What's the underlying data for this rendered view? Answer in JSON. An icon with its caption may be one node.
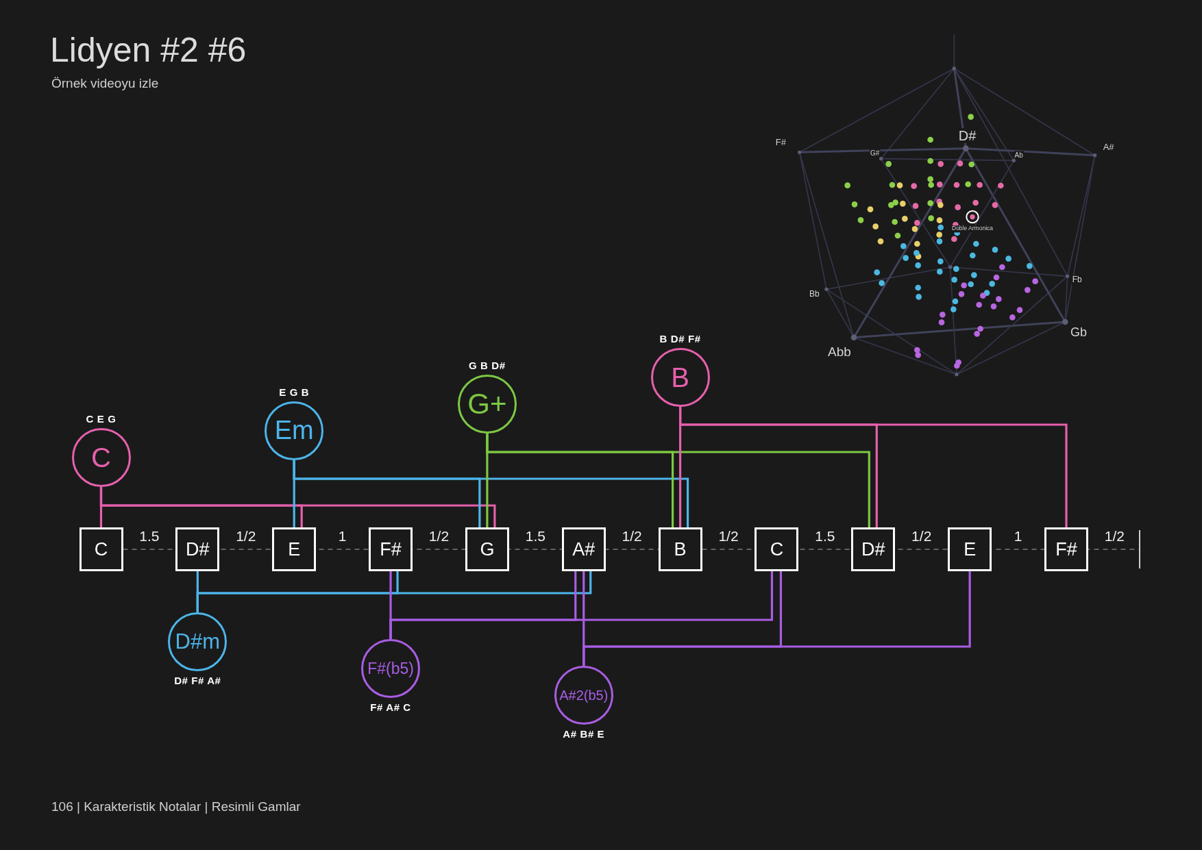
{
  "diagram": {
    "title": "Lidyen #2 #6",
    "nodes": [
      {
        "text": [
          "C"
        ],
        "beside": [
          "C E G"
        ]
      },
      {
        "text": [
          "Em"
        ],
        "beside": [
          "E G B"
        ]
      },
      {
        "text": [
          "G+"
        ],
        "beside": [
          "G B D#"
        ]
      },
      {
        "text": [
          "B"
        ],
        "beside": [
          "B D# F#"
        ]
      },
      {
        "text": [
          "C"
        ]
      },
      {
        "text": [
          "D#"
        ]
      },
      {
        "text": [
          "E"
        ]
      },
      {
        "text": [
          "F#"
        ]
      },
      {
        "text": [
          "G"
        ]
      },
      {
        "text": [
          "A#"
        ]
      },
      {
        "text": [
          "B"
        ]
      },
      {
        "text": [
          "C"
        ]
      },
      {
        "text": [
          "D#"
        ]
      },
      {
        "text": [
          "E"
        ]
      },
      {
        "text": [
          "F#"
        ]
      },
      {
        "text": [
          "D#m"
        ],
        "beside": [
          "D# F# A#"
        ]
      },
      {
        "text": [
          "F#(b5)"
        ],
        "beside": [
          "F# A# C"
        ]
      },
      {
        "text": [
          "A#2(b5)"
        ],
        "beside": [
          "A# B# E"
        ]
      }
    ],
    "edges": [
      {
        "from": 0,
        "to": 4,
        "arrow": "none",
        "color": "#e660ad"
      },
      {
        "from": 0,
        "to": 6,
        "arrow": "none",
        "color": "#e660ad"
      },
      {
        "from": 0,
        "to": 8,
        "arrow": "none",
        "color": "#e660ad"
      },
      {
        "from": 1,
        "to": 6,
        "arrow": "none",
        "color": "#4cb5ea"
      },
      {
        "from": 1,
        "to": 8,
        "arrow": "none",
        "color": "#4cb5ea"
      },
      {
        "from": 1,
        "to": 10,
        "arrow": "none",
        "color": "#4cb5ea"
      },
      {
        "from": 2,
        "to": 8,
        "arrow": "none",
        "color": "#7dc843"
      },
      {
        "from": 2,
        "to": 10,
        "arrow": "none",
        "color": "#7dc843"
      },
      {
        "from": 2,
        "to": 12,
        "arrow": "none",
        "color": "#7dc843"
      },
      {
        "from": 3,
        "to": 10,
        "arrow": "none",
        "color": "#e660ad"
      },
      {
        "from": 3,
        "to": 12,
        "arrow": "none",
        "color": "#e660ad"
      },
      {
        "from": 3,
        "to": 14,
        "arrow": "none",
        "color": "#e660ad"
      },
      {
        "from": 15,
        "to": 5,
        "arrow": "none",
        "color": "#4cb5ea"
      },
      {
        "from": 15,
        "to": 7,
        "arrow": "none",
        "color": "#4cb5ea"
      },
      {
        "from": 15,
        "to": 9,
        "arrow": "none",
        "color": "#4cb5ea"
      },
      {
        "from": 16,
        "to": 7,
        "arrow": "none",
        "color": "#a85de3"
      },
      {
        "from": 16,
        "to": 9,
        "arrow": "none",
        "color": "#a85de3"
      },
      {
        "from": 16,
        "to": 11,
        "arrow": "none",
        "color": "#a85de3"
      },
      {
        "from": 17,
        "to": 9,
        "arrow": "none",
        "color": "#a85de3"
      },
      {
        "from": 17,
        "to": 11,
        "arrow": "none",
        "color": "#a85de3"
      },
      {
        "from": 17,
        "to": 13,
        "arrow": "none",
        "color": "#a85de3"
      }
    ],
    "labels": [
      "Örnek videoyu izle",
      "D#",
      "F#",
      "A#",
      "G#",
      "Ab",
      "Doble Armonica",
      "Fb",
      "Bb",
      "Gb",
      "Abb",
      "1.5",
      "1/2",
      "1",
      "1/2",
      "1.5",
      "1/2",
      "1/2",
      "1.5",
      "1/2",
      "1",
      "1/2",
      "106 | Karakteristik Notalar | Resimli Gamlar"
    ]
  }
}
